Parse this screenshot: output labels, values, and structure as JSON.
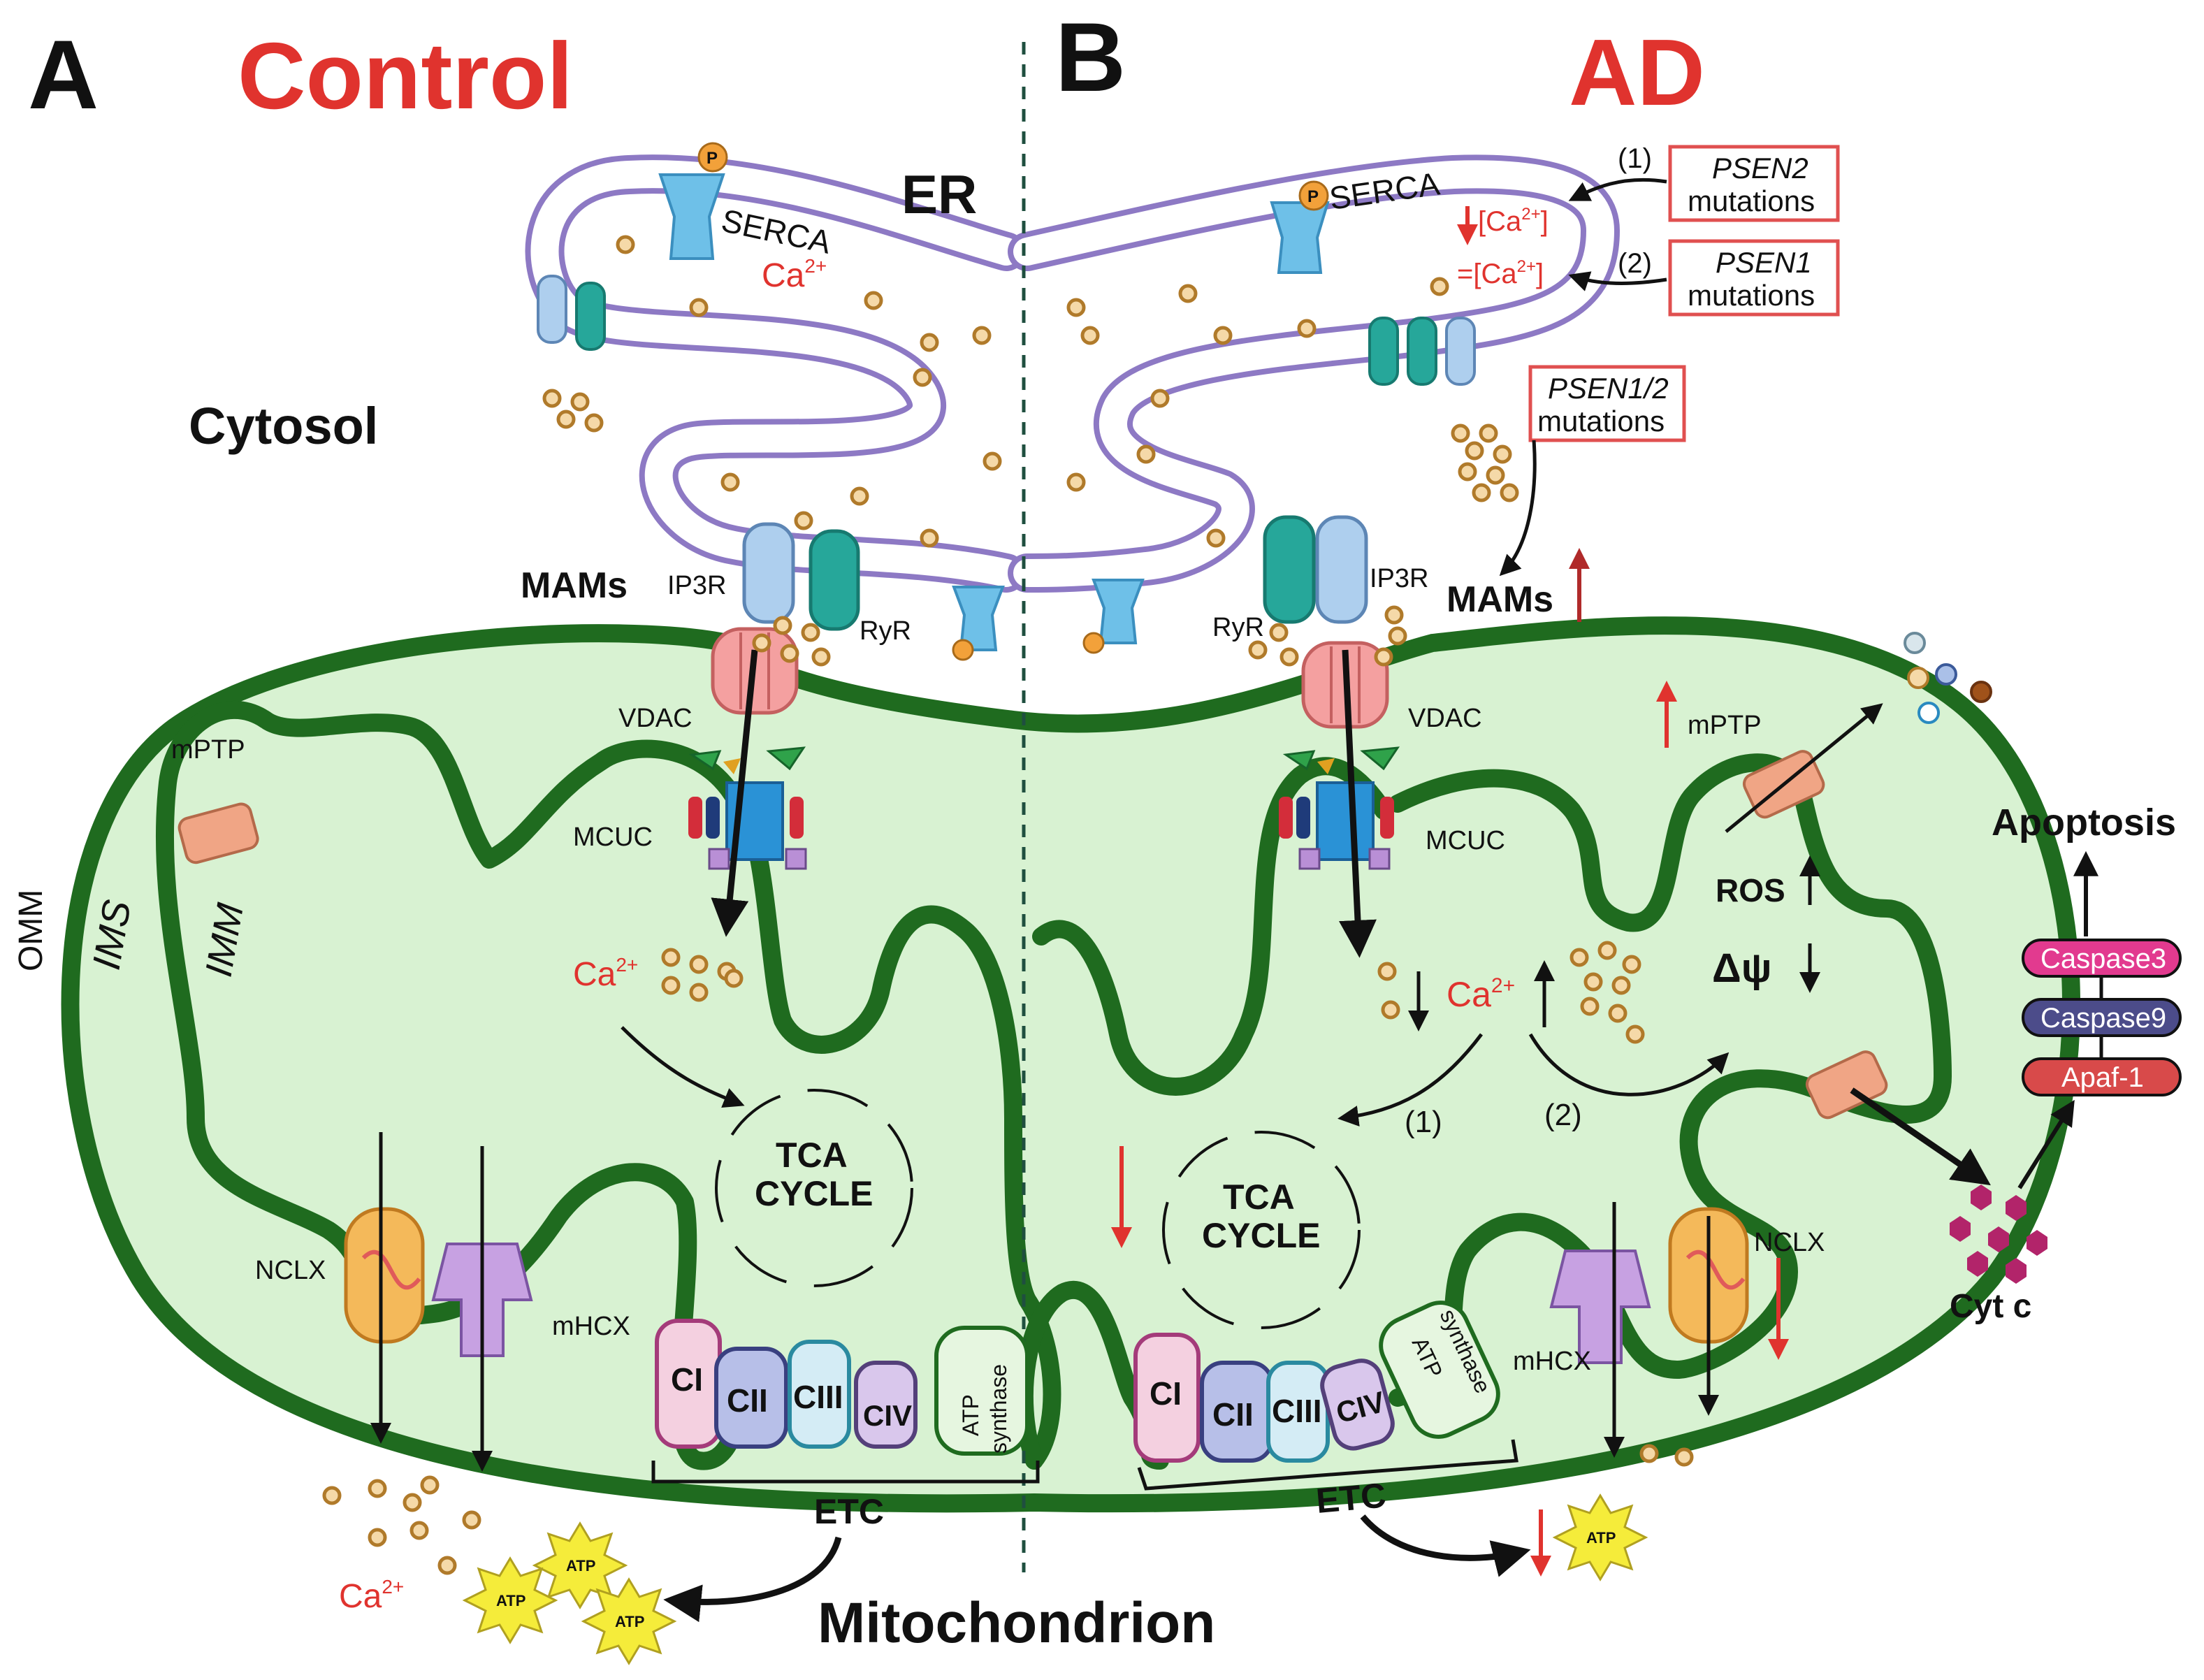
{
  "panels": {
    "a_letter": "A",
    "b_letter": "B",
    "a_title": "Control",
    "b_title": "AD"
  },
  "compartments": {
    "er": "ER",
    "cytosol": "Cytosol",
    "mitochondrion": "Mitochondrion",
    "omm": "OMM",
    "ims": "IMS",
    "imm": "IMM"
  },
  "labels": {
    "serca": "SERCA",
    "ip3r": "IP3R",
    "ryr": "RyR",
    "vdac": "VDAC",
    "mcuc": "MCUC",
    "mptp": "mPTP",
    "nclx": "NCLX",
    "mhcx": "mHCX",
    "mams": "MAMs",
    "ca": "Ca",
    "ca_sup": "2+",
    "tca1": "TCA",
    "tca2": "CYCLE",
    "etc": "ETC",
    "ci": "CI",
    "cii": "CII",
    "ciii": "CIII",
    "civ": "CIV",
    "atp_synthase1": "ATP",
    "atp_synthase2": "synthase",
    "atp": "ATP",
    "p": "P",
    "ros": "ROS",
    "dpsi": "Δψ",
    "apoptosis": "Apoptosis",
    "caspase3": "Caspase3",
    "caspase9": "Caspase9",
    "apaf1": "Apaf-1",
    "cytc": "Cyt c",
    "step1": "(1)",
    "step2": "(2)",
    "ca_dec": "[Ca",
    "ca_eq": "=[Ca",
    "ca_close": "]"
  },
  "mutations": {
    "psen2": "PSEN2",
    "psen1": "PSEN1",
    "psen12": "PSEN1/2",
    "word": "mutations"
  },
  "colors": {
    "title_red": "#e0332e",
    "er_membrane": "#8d79c4",
    "matrix": "#d8f2d2",
    "membrane_green": "#1f6b1f",
    "ca_ion": "#f5d9a8",
    "caspase3": "#e23a8f",
    "caspase9": "#4c4c8a",
    "apaf1": "#d84a4a",
    "cytc": "#b2246a"
  }
}
